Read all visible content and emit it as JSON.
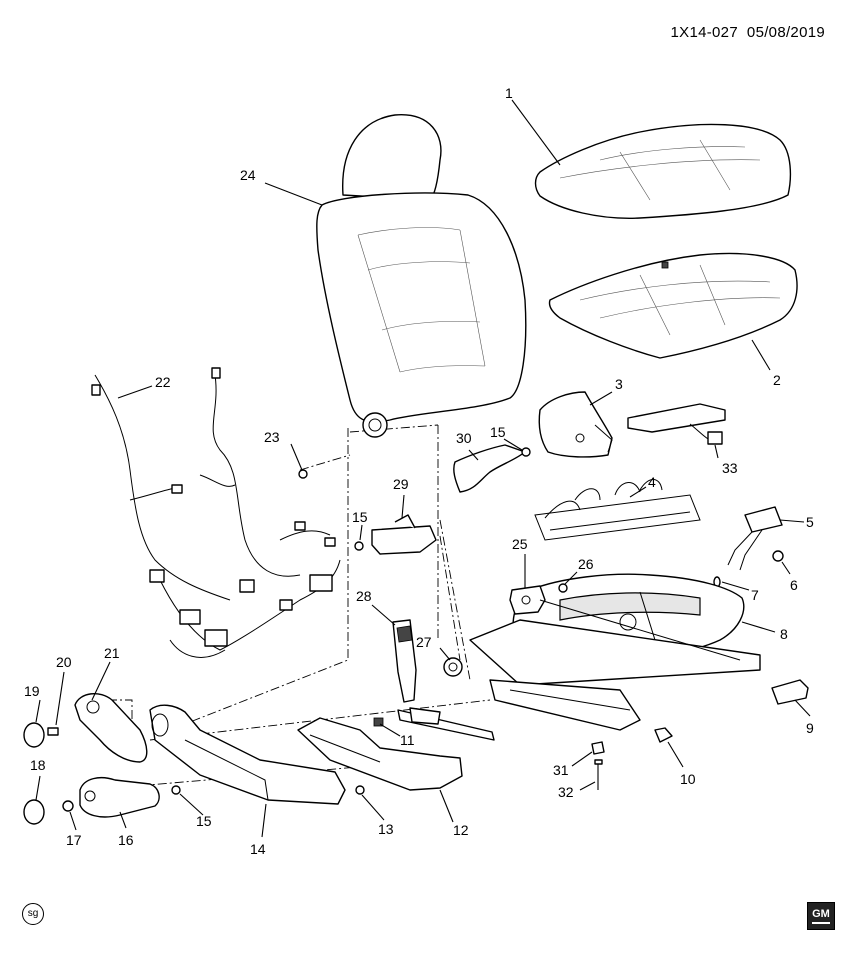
{
  "header": {
    "code": "1X14-027",
    "date": "05/08/2019"
  },
  "callouts": [
    "1",
    "2",
    "3",
    "4",
    "5",
    "6",
    "7",
    "8",
    "9",
    "10",
    "11",
    "12",
    "13",
    "14",
    "15",
    "15",
    "15",
    "16",
    "17",
    "18",
    "19",
    "20",
    "21",
    "22",
    "23",
    "24",
    "25",
    "26",
    "27",
    "28",
    "29",
    "30",
    "31",
    "32",
    "33"
  ],
  "footer": {
    "left_badge": "sg",
    "right_badge": "GM"
  }
}
